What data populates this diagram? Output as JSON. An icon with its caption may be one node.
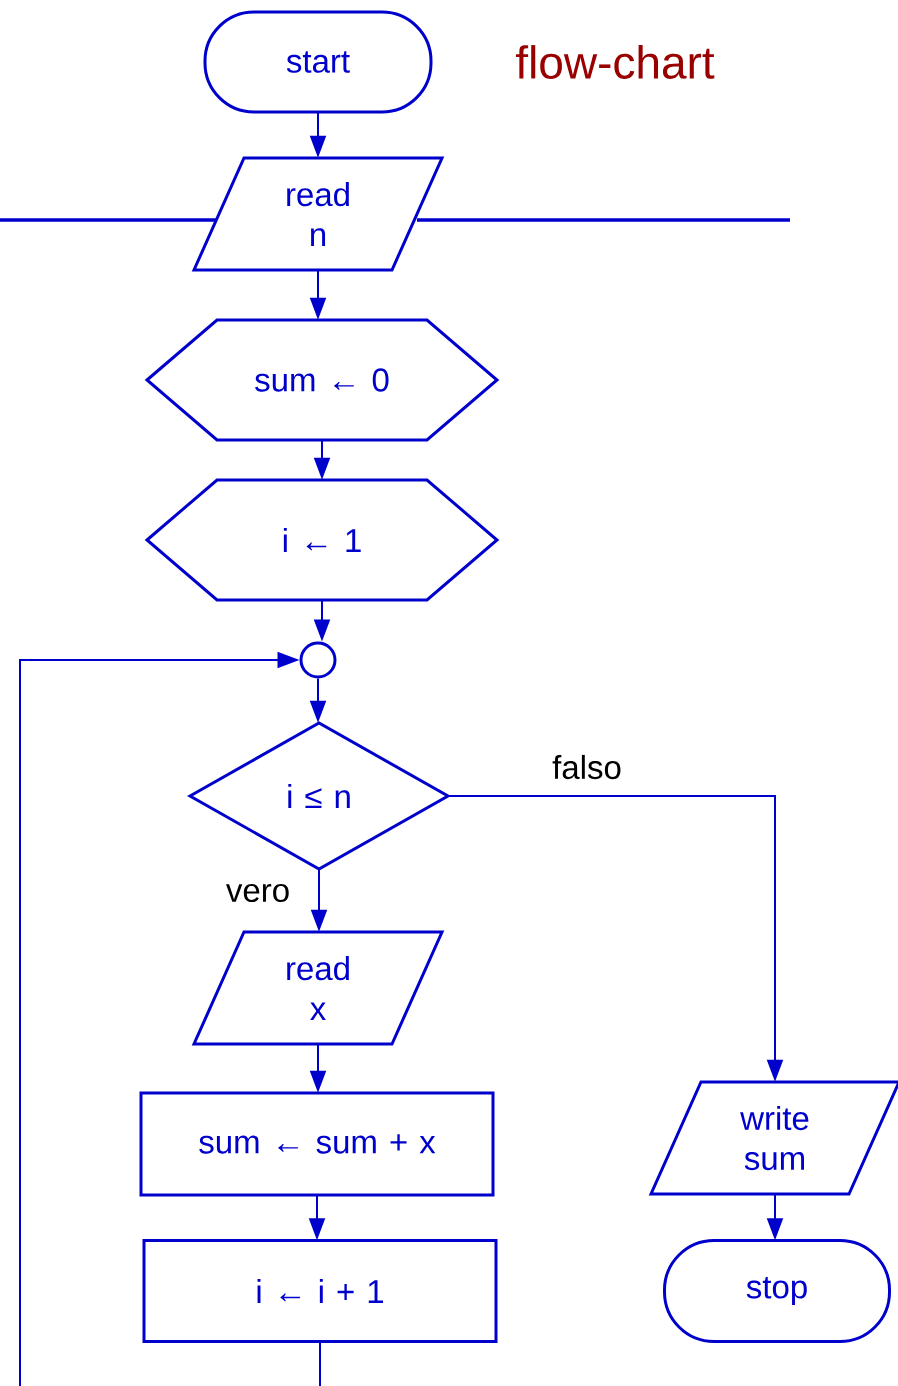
{
  "diagram": {
    "title": "flow-chart",
    "nodes": [
      {
        "text": [
          "start"
        ]
      },
      {
        "text": [
          "read n"
        ]
      },
      {
        "text": [
          "sum ← 0"
        ]
      },
      {
        "text": [
          "i ← 1"
        ]
      },
      {
        "text": [],
        "shape": "circle"
      },
      {
        "text": [
          "i ≤ n"
        ]
      },
      {
        "text": [
          "read x"
        ]
      },
      {
        "text": [
          "sum ← sum + x"
        ]
      },
      {
        "text": [
          "i ← i + 1"
        ]
      },
      {
        "text": [
          "write sum"
        ]
      },
      {
        "text": [
          "stop"
        ]
      }
    ],
    "edges": [
      {
        "from": 0,
        "to": 1,
        "arrow": "to"
      },
      {
        "from": 1,
        "to": 2,
        "arrow": "to"
      },
      {
        "from": 2,
        "to": 3,
        "arrow": "to"
      },
      {
        "from": 3,
        "to": 4,
        "arrow": "to"
      },
      {
        "from": 4,
        "to": 5,
        "arrow": "to"
      },
      {
        "from": 5,
        "to": 6,
        "arrow": "to",
        "label": "vero"
      },
      {
        "from": 5,
        "to": 9,
        "arrow": "to",
        "label": "falso"
      },
      {
        "from": 6,
        "to": 7,
        "arrow": "to"
      },
      {
        "from": 7,
        "to": 8,
        "arrow": "to"
      },
      {
        "from": 8,
        "to": 4,
        "arrow": "to"
      },
      {
        "from": 9,
        "to": 10,
        "arrow": "to"
      }
    ]
  }
}
